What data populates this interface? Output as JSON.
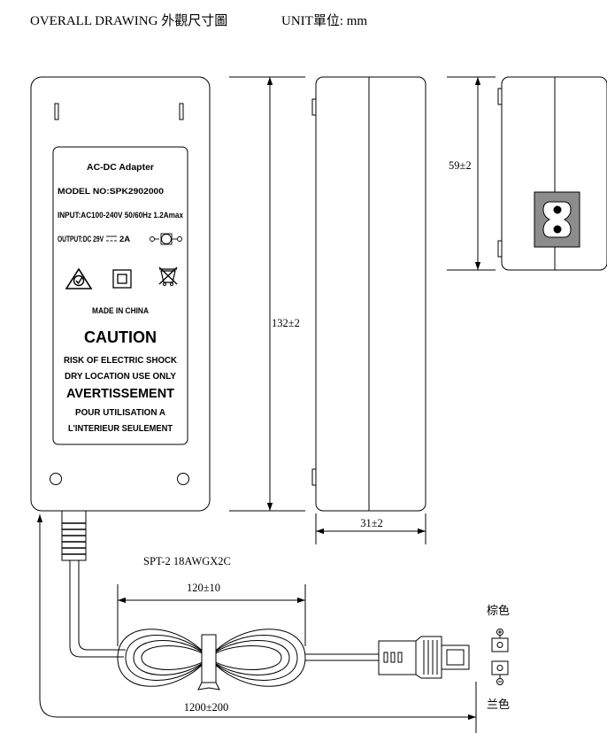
{
  "header": {
    "title": "OVERALL DRAWING 外觀尺寸圖",
    "unit": "UNIT單位: mm"
  },
  "label": {
    "line1": "AC-DC Adapter",
    "line2": "MODEL NO:SPK2902000",
    "line3": "INPUT:AC100-240V 50/60Hz 1.2Amax",
    "line4": "OUTPUT:DC 29V",
    "line4b": "2A",
    "made_in": "MADE IN CHINA",
    "caution": "CAUTION",
    "warn1": "RISK OF ELECTRIC SHOCK",
    "warn2": "DRY LOCATION USE ONLY",
    "avert": "AVERTISSEMENT",
    "fr1": "POUR UTILISATION A",
    "fr2": "L'INTERIEUR SEULEMENT"
  },
  "dimensions": {
    "length": "132±2",
    "thickness": "31±2",
    "width": "59±2",
    "bundle": "120±10",
    "cable_length": "1200±200"
  },
  "cable": {
    "spec": "SPT-2 18AWGX2C"
  },
  "polarity": {
    "brown": "棕色",
    "blue": "兰色"
  },
  "colors": {
    "line": "#000000",
    "inlet_fill": "#8c8c8c"
  }
}
